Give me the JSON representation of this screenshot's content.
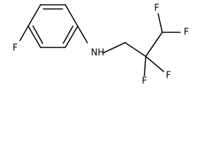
{
  "molecule": {
    "atoms": {
      "f_ring": "F",
      "nh": "NH",
      "f_top_left": "F",
      "f_top_right": "F",
      "f_bottom_left": "F",
      "f_bottom_right": "F"
    }
  },
  "colors": {
    "ink": "#000000",
    "background": "#ffffff"
  }
}
